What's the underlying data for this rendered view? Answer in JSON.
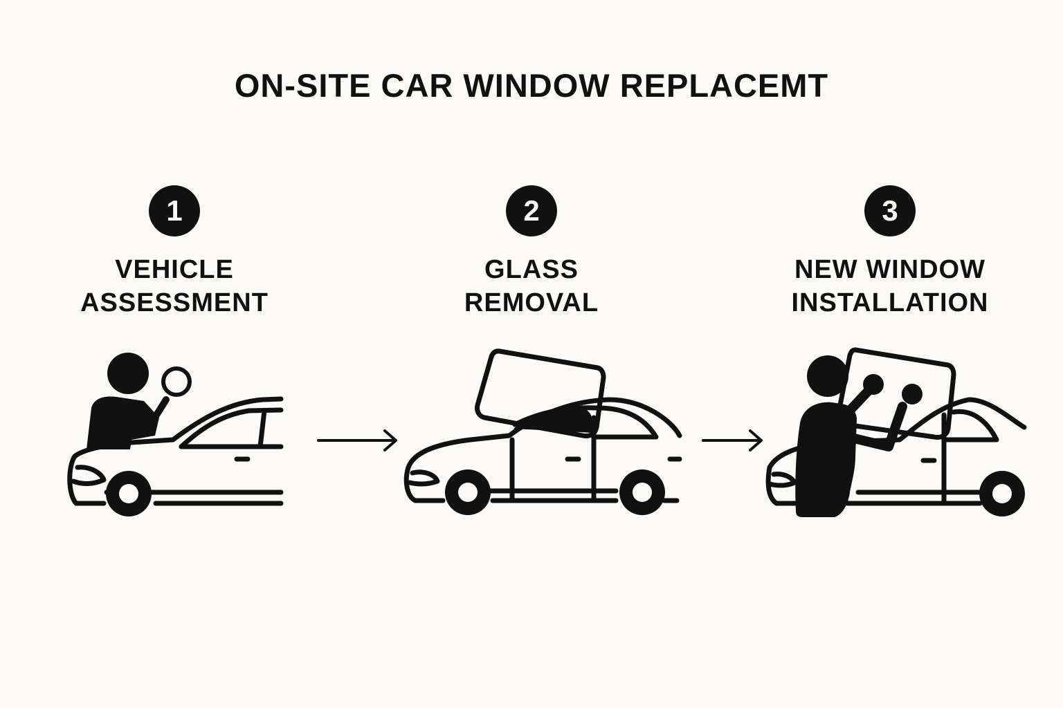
{
  "title": "ON-SITE CAR WINDOW REPLACEMT",
  "steps": [
    {
      "number": "1",
      "label_line1": "VEHICLE",
      "label_line2": "ASSESSMENT",
      "icon": "person-inspecting-car-with-magnifier-icon"
    },
    {
      "number": "2",
      "label_line1": "GLASS",
      "label_line2": "REMOVAL",
      "icon": "car-with-glass-removed-icon"
    },
    {
      "number": "3",
      "label_line1": "NEW WINDOW",
      "label_line2": "INSTALLATION",
      "icon": "person-installing-window-on-car-icon"
    }
  ],
  "colors": {
    "background": "#fbfaf6",
    "ink": "#111111"
  }
}
